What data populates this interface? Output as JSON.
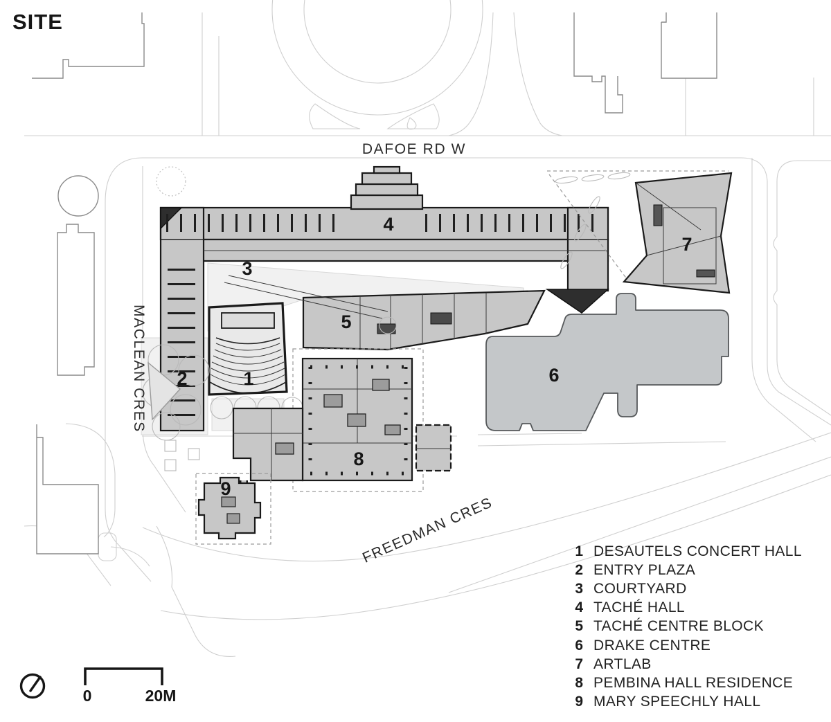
{
  "title": "SITE",
  "streets": {
    "dafoe": "DAFOE RD W",
    "maclean": "MACLEAN CRES",
    "freedman": "FREEDMAN CRES"
  },
  "legend": {
    "items": [
      {
        "number": "1",
        "label": "DESAUTELS CONCERT HALL"
      },
      {
        "number": "2",
        "label": "ENTRY PLAZA"
      },
      {
        "number": "3",
        "label": "COURTYARD"
      },
      {
        "number": "4",
        "label": "TACHÉ HALL"
      },
      {
        "number": "5",
        "label": "TACHÉ CENTRE BLOCK"
      },
      {
        "number": "6",
        "label": "DRAKE CENTRE"
      },
      {
        "number": "7",
        "label": "ARTLAB"
      },
      {
        "number": "8",
        "label": "PEMBINA HALL RESIDENCE"
      },
      {
        "number": "9",
        "label": "MARY SPEECHLY HALL"
      }
    ]
  },
  "scalebar": {
    "start": "0",
    "end": "20M"
  },
  "colors": {
    "building_fill": "#c7c7c7",
    "wall": "#1a1a1a",
    "drake_fill": "#c4c7c9",
    "road": "#cfcfcf",
    "background": "#ffffff"
  }
}
